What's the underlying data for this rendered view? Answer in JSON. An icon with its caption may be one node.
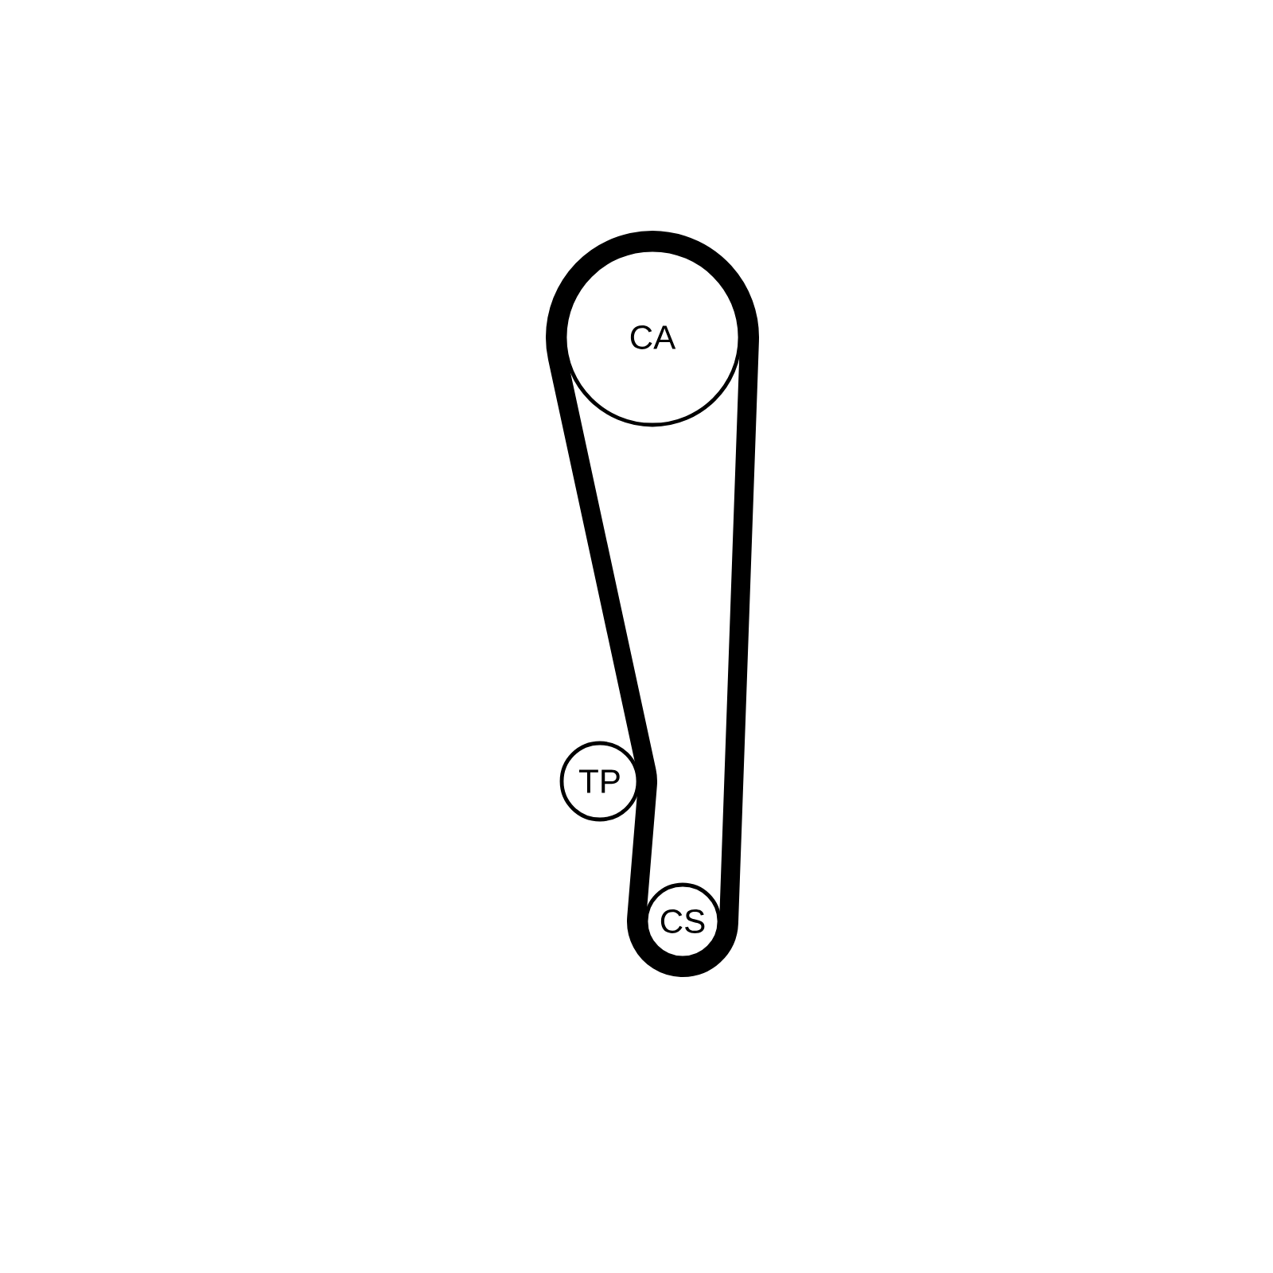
{
  "diagram": {
    "nodes": [
      {
        "text": [
          "CA"
        ]
      },
      {
        "text": [
          "TP"
        ]
      },
      {
        "text": [
          "CS"
        ]
      }
    ]
  }
}
